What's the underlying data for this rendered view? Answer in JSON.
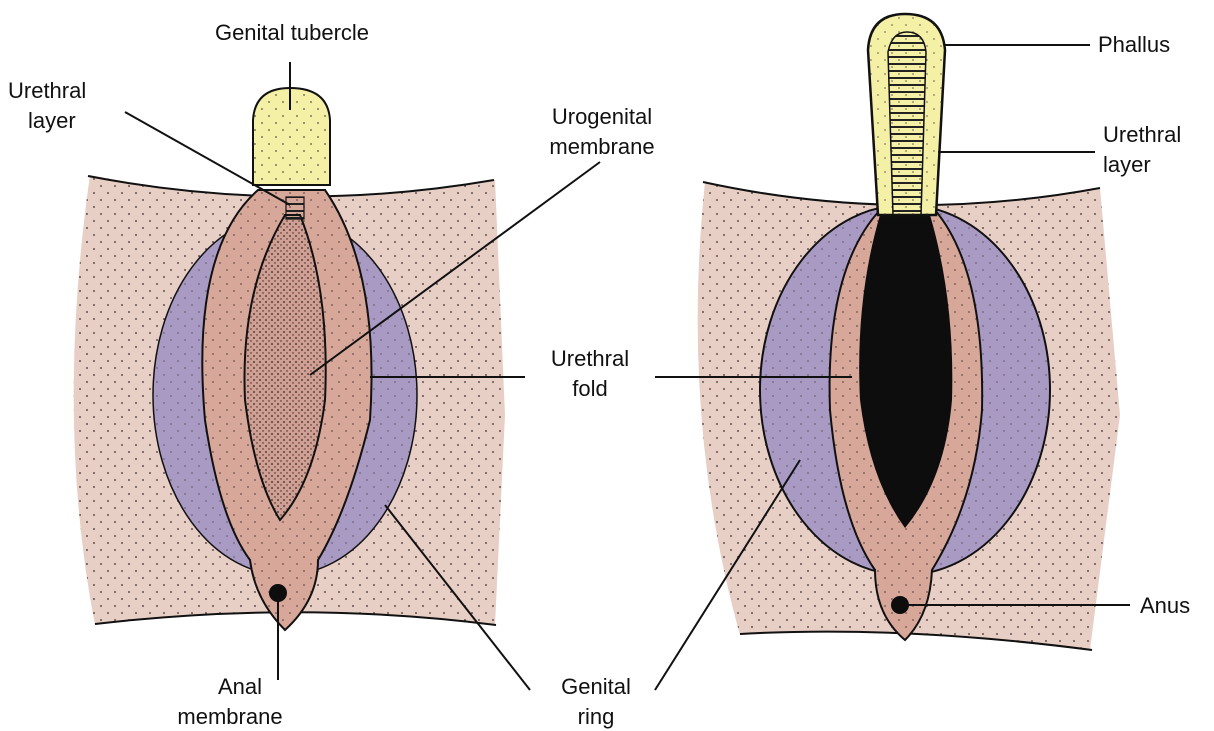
{
  "labels": {
    "genital_tubercle": "Genital tubercle",
    "urethral_layer_left_1": "Urethral",
    "urethral_layer_left_2": "layer",
    "urogenital_membrane_1": "Urogenital",
    "urogenital_membrane_2": "membrane",
    "urethral_fold_1": "Urethral",
    "urethral_fold_2": "fold",
    "anal_membrane_1": "Anal",
    "anal_membrane_2": "membrane",
    "genital_ring_1": "Genital",
    "genital_ring_2": "ring",
    "phallus": "Phallus",
    "urethral_layer_right_1": "Urethral",
    "urethral_layer_right_2": "layer",
    "anus": "Anus"
  },
  "colors": {
    "skin": "#e8cfc6",
    "skin_edge": "#d9b0a4",
    "genital_ring": "#a99ac4",
    "urethral_fold": "#d7a79a",
    "tubercle": "#f4f0a6",
    "membrane": "#cf9f93",
    "groove": "#0d0d0d",
    "ink": "#111111"
  }
}
